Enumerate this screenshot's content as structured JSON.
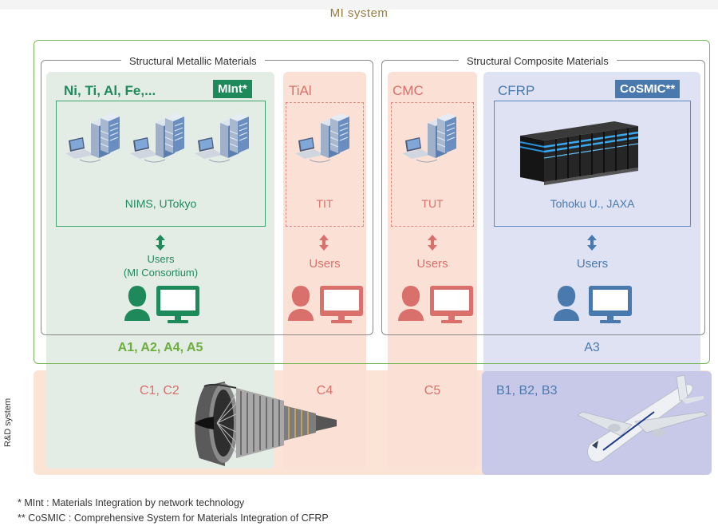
{
  "header": {
    "title": "MI system"
  },
  "groups": {
    "metallic": "Structural Metallic Materials",
    "composite": "Structural Composite Materials"
  },
  "columns": {
    "metal": {
      "material": "Ni, Ti, Al, Fe,...",
      "badge": "MInt*",
      "site": "NIMS, UTokyo",
      "users": "Users",
      "users_sub": "(MI Consortium)",
      "codes": "A1, A2, A4, A5",
      "rd_codes": "C1, C2"
    },
    "tial": {
      "material": "TiAl",
      "site": "TIT",
      "users": "Users",
      "rd_codes": "C4"
    },
    "cmc": {
      "material": "CMC",
      "site": "TUT",
      "users": "Users",
      "rd_codes": "C5"
    },
    "cfrp": {
      "material": "CFRP",
      "badge": "CoSMIC**",
      "site": "Tohoku U., JAXA",
      "users": "Users",
      "codes": "A3",
      "rd_codes": "B1, B2, B3"
    }
  },
  "side_label": "R&D system",
  "footnotes": [
    "* MInt : Materials Integration by network technology",
    "** CoSMIC : Comprehensive System for Materials Integration of CFRP"
  ],
  "colors": {
    "green": "#1e8a5c",
    "red": "#d9706c",
    "blue": "#4a7aad",
    "frame_green": "#78b85a"
  },
  "icons": [
    "laptop-server-icon",
    "supercomputer-icon",
    "double-arrow-icon",
    "user-icon",
    "monitor-icon",
    "jet-engine-icon",
    "airplane-icon"
  ]
}
